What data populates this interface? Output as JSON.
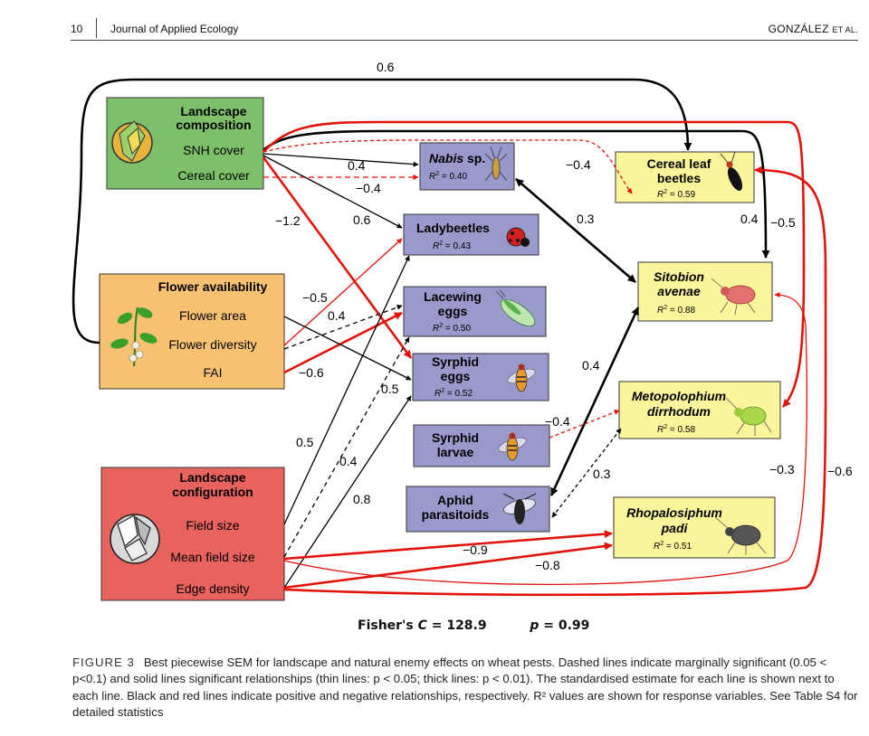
{
  "header": {
    "page_number": "10",
    "journal": "Journal of Applied Ecology",
    "authors_main": "GONZÁLEZ",
    "authors_suffix": "ET AL."
  },
  "diagram": {
    "boxes": {
      "landscape_composition": {
        "title_line1": "Landscape",
        "title_line2": "composition",
        "items": [
          "SNH cover",
          "Cereal cover"
        ],
        "color": "#7ec06a"
      },
      "flower_availability": {
        "title": "Flower availability",
        "items": [
          "Flower area",
          "Flower diversity",
          "FAI"
        ],
        "color": "#f9c272"
      },
      "landscape_configuration": {
        "title_line1": "Landscape",
        "title_line2": "configuration",
        "items": [
          "Field size",
          "Mean field size",
          "Edge density"
        ],
        "color": "#e8625e"
      },
      "nabis": {
        "name": "Nabis",
        "suffix": "sp.",
        "r2": "= 0.40"
      },
      "ladybeetles": {
        "name": "Ladybeetles",
        "r2": "= 0.43"
      },
      "lacewing_eggs": {
        "line1": "Lacewing",
        "line2": "eggs",
        "r2": "= 0.50"
      },
      "syrphid_eggs": {
        "line1": "Syrphid",
        "line2": "eggs",
        "r2": "= 0.52"
      },
      "syrphid_larvae": {
        "line1": "Syrphid",
        "line2": "larvae"
      },
      "aphid_parasitoids": {
        "line1": "Aphid",
        "line2": "parasitoids"
      },
      "cereal_leaf_beetles": {
        "line1": "Cereal leaf",
        "line2": "beetles",
        "r2": "= 0.59"
      },
      "sitobion": {
        "line1": "Sitobion",
        "line2": "avenae",
        "r2": "= 0.88"
      },
      "metopolophium": {
        "line1": "Metopolophium",
        "line2": "dirrhodum",
        "r2": "= 0.58"
      },
      "rhopalosiphum": {
        "line1": "Rhopalosiphum",
        "line2": "padi",
        "r2": "= 0.51"
      },
      "r2_label": "R"
    },
    "edge_labels": {
      "top_loop": "0.6",
      "snh_nabis": "0.4",
      "cereal_nabis": "−0.4",
      "snh_ladybeetles": "0.6",
      "snh_syrphid_eggs": "−1.2",
      "fa_ladybeetles": "−0.5",
      "fd_lacewing": "0.4",
      "fai_lacewing": "−0.6",
      "fa_syrphid_eggs": "0.5",
      "cfg_ladybeetles": "0.5",
      "cfg_lacewing": "0.4",
      "cfg_syrphid_eggs": "0.8",
      "nabis_clb": "−0.4",
      "nabis_sitobion": "0.3",
      "clb_sitobion": "0.4",
      "clb_red": "−0.5",
      "para_sitobion": "0.4",
      "larvae_meto": "−0.4",
      "para_meto": "0.3",
      "mfs_rhopalo": "−0.9",
      "ed_rhopalo": "−0.8",
      "right_minus03": "−0.3",
      "right_minus06": "−0.6"
    },
    "colors": {
      "positive": "#000000",
      "negative": "#e3120b",
      "natural_enemy_box": "#9999cc",
      "pest_box": "#fbf59c"
    }
  },
  "fisher": {
    "label": "Fisher's",
    "symbol": "C",
    "value": "= 128.9",
    "p_label": "p",
    "p_value": "= 0.99"
  },
  "caption": {
    "label": "FIGURE 3",
    "text": "Best piecewise SEM for landscape and natural enemy effects on wheat pests. Dashed lines indicate marginally significant (0.05 < p<0.1) and solid lines significant relationships (thin lines: p < 0.05; thick lines: p < 0.01). The standardised estimate for each line is shown next to each line. Black and red lines indicate positive and negative relationships, respectively. R² values are shown for response variables. See Table S4 for detailed statistics"
  }
}
